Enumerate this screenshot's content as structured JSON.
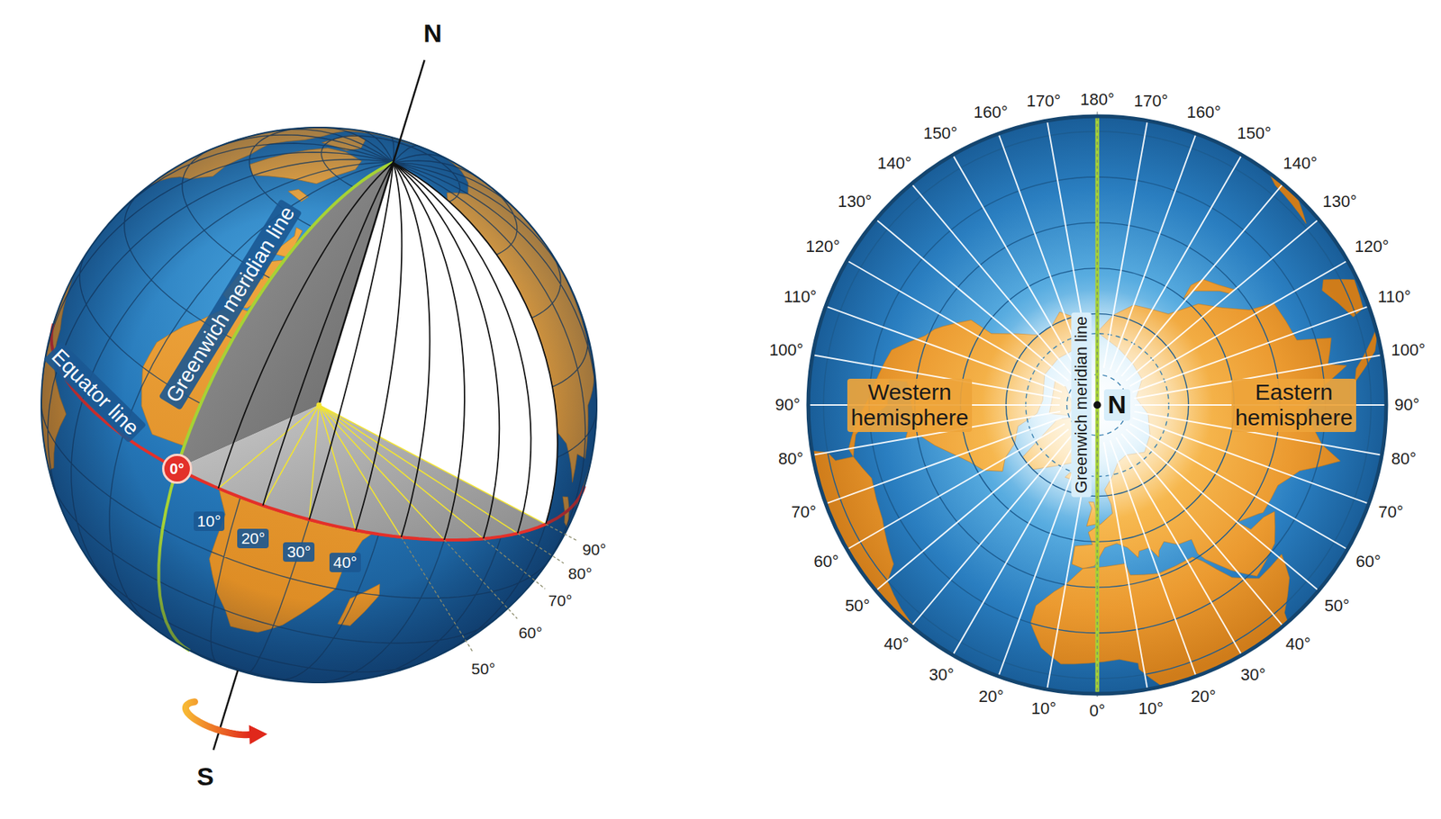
{
  "diagram": {
    "nodes": [
      {
        "text": [
          "0°"
        ]
      }
    ],
    "labels": [
      "N",
      "S",
      "Greenwich meridian line",
      "Equator line",
      "10°",
      "20°",
      "30°",
      "40°",
      "50°",
      "60°",
      "70°",
      "80°",
      "90°",
      "180°",
      "170°",
      "160°",
      "150°",
      "140°",
      "130°",
      "120°",
      "110°",
      "100°",
      "90°",
      "80°",
      "70°",
      "60°",
      "50°",
      "40°",
      "30°",
      "20°",
      "10°",
      "170°",
      "160°",
      "150°",
      "140°",
      "130°",
      "120°",
      "110°",
      "100°",
      "90°",
      "80°",
      "70°",
      "60°",
      "50°",
      "40°",
      "30°",
      "20°",
      "10°",
      "0°",
      "Western hemisphere",
      "Eastern hemisphere",
      "Greenwich meridian line",
      "N"
    ]
  }
}
